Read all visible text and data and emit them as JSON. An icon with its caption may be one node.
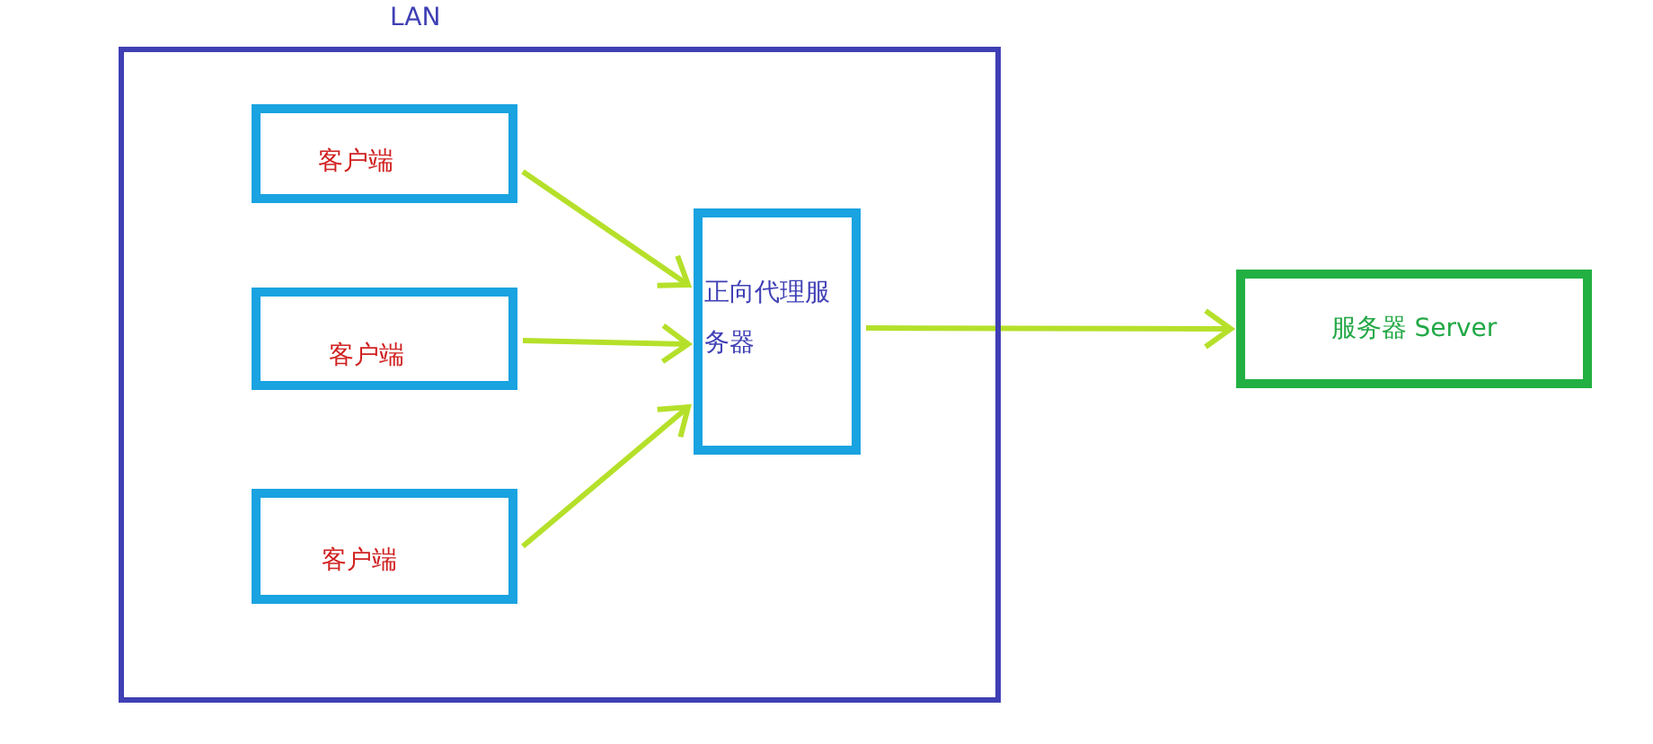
{
  "diagram": {
    "nodes": [
      {
        "text": [
          "LAN"
        ]
      },
      {
        "text": [
          "客户端"
        ],
        "in": 0
      },
      {
        "text": [
          "客户端"
        ],
        "in": 0
      },
      {
        "text": [
          "客户端"
        ],
        "in": 0
      },
      {
        "text": [
          "正向代理服务器"
        ],
        "in": 0
      },
      {
        "text": [
          "服务器 Server"
        ]
      }
    ],
    "edges": [
      {
        "from": 1,
        "to": 4,
        "arrow": "to"
      },
      {
        "from": 2,
        "to": 4,
        "arrow": "to"
      },
      {
        "from": 3,
        "to": 4,
        "arrow": "to"
      },
      {
        "from": 4,
        "to": 5,
        "arrow": "to"
      }
    ]
  }
}
